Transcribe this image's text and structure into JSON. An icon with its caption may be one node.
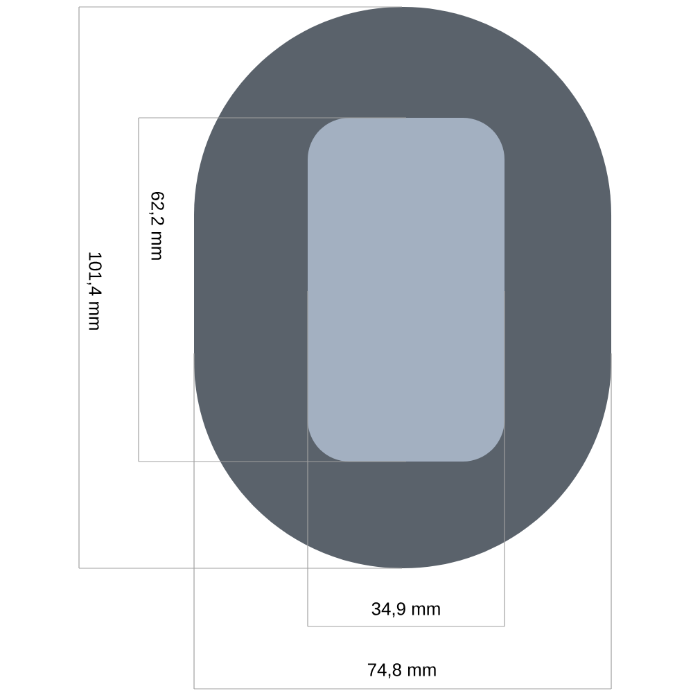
{
  "diagram": {
    "nodes": [
      {
        "text": [],
        "shape": "oval"
      },
      {
        "text": [],
        "shape": "box",
        "in": 0
      }
    ],
    "labels": [
      "101,4 mm",
      "62,2 mm",
      "34,9 mm",
      "74,8 mm"
    ]
  }
}
